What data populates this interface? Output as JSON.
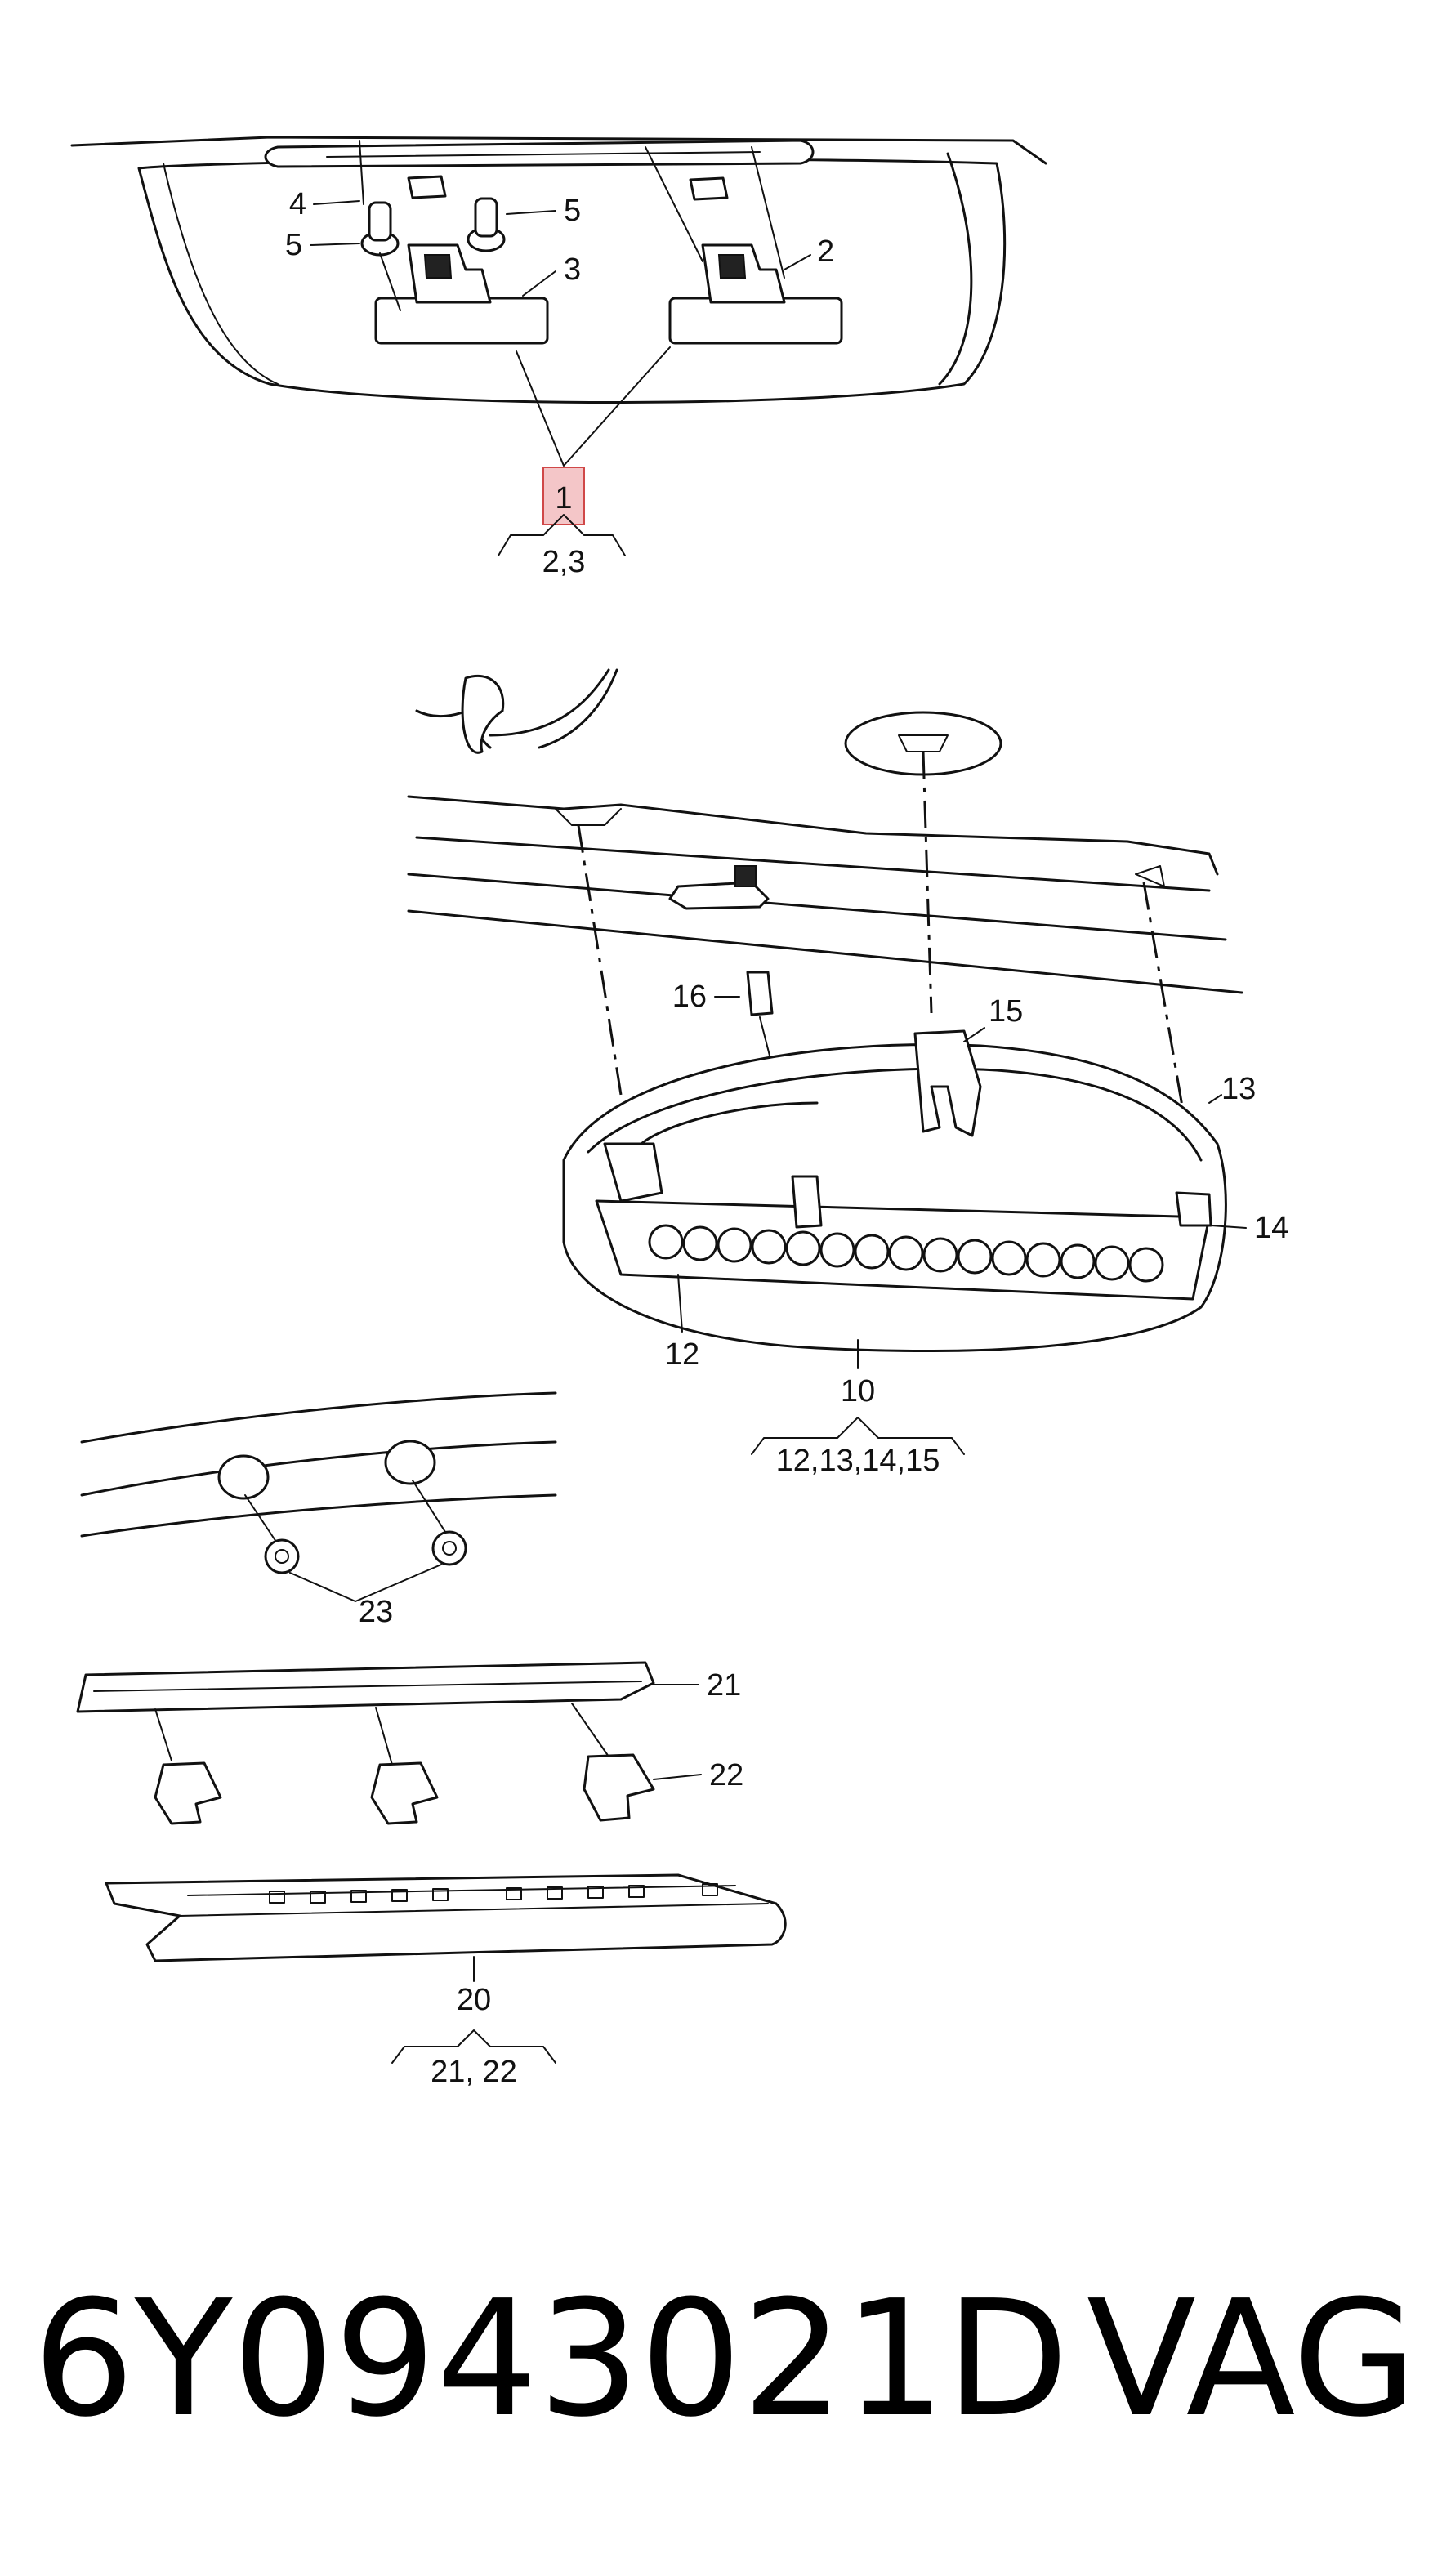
{
  "callouts": {
    "c1": "1",
    "c2": "2",
    "c3": "3",
    "c4": "4",
    "c5a": "5",
    "c5b": "5",
    "c10": "10",
    "c12": "12",
    "c13": "13",
    "c14": "14",
    "c15": "15",
    "c16": "16",
    "c20": "20",
    "c21": "21",
    "c22": "22",
    "c23": "23"
  },
  "groups": {
    "g1": "2,3",
    "g10": "12,13,14,15",
    "g20": "21, 22"
  },
  "highlight_color": "#f4c6c8",
  "footer": {
    "part_number": "6Y0943021D",
    "brand": "VAG"
  }
}
